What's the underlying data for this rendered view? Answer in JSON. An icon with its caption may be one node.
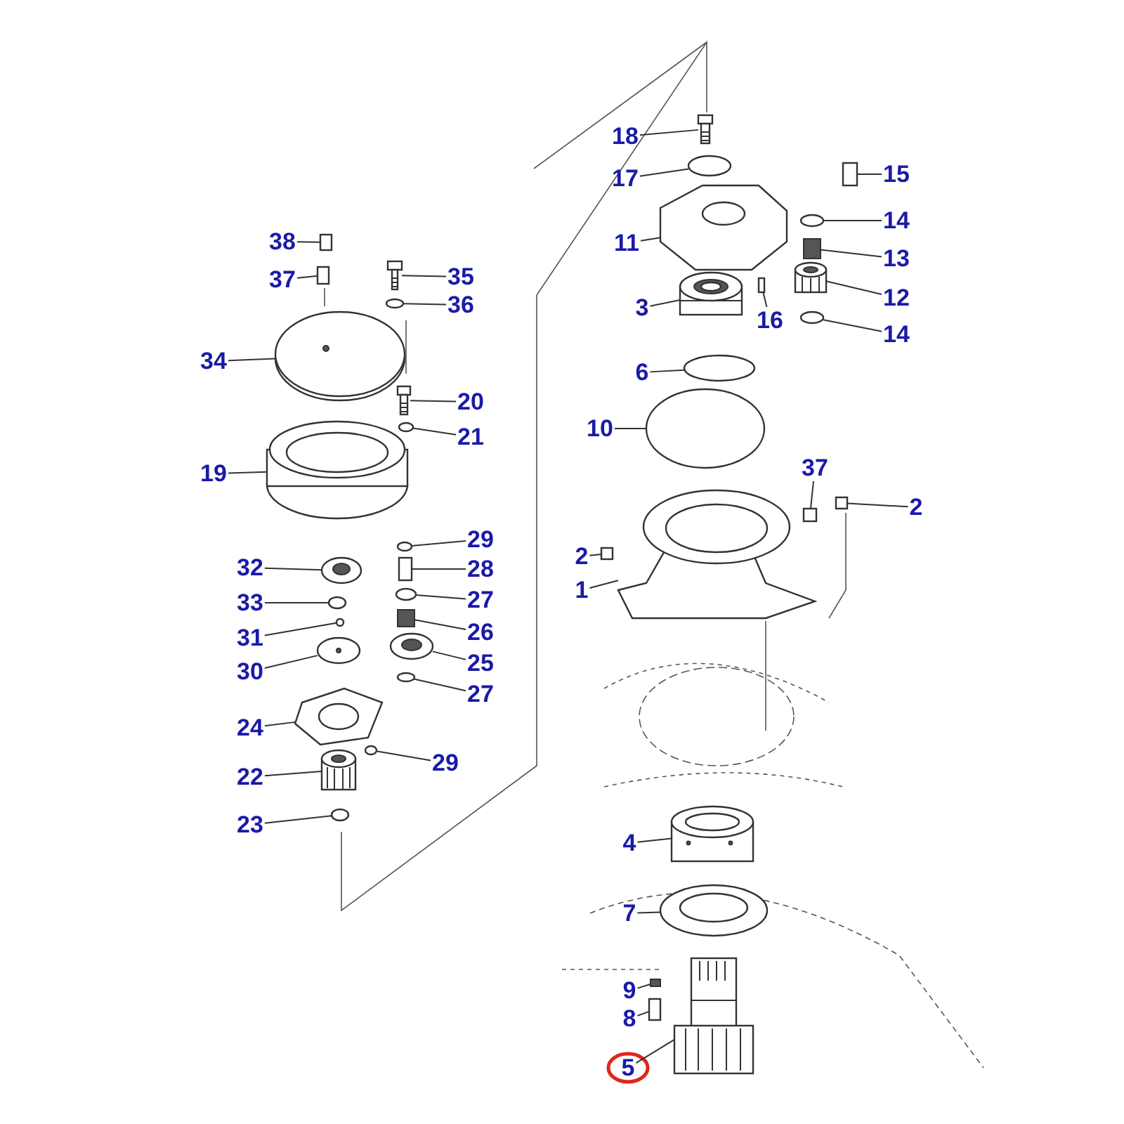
{
  "diagram": {
    "nodes": [
      {
        "text": [
          "38"
        ]
      },
      {
        "text": [
          "37"
        ]
      },
      {
        "text": [
          "35"
        ]
      },
      {
        "text": [
          "36"
        ]
      },
      {
        "text": [
          "34"
        ]
      },
      {
        "text": [
          "20"
        ]
      },
      {
        "text": [
          "21"
        ]
      },
      {
        "text": [
          "19"
        ]
      },
      {
        "text": [
          "29"
        ]
      },
      {
        "text": [
          "32"
        ]
      },
      {
        "text": [
          "28"
        ]
      },
      {
        "text": [
          "33"
        ]
      },
      {
        "text": [
          "27"
        ]
      },
      {
        "text": [
          "31"
        ]
      },
      {
        "text": [
          "26"
        ]
      },
      {
        "text": [
          "30"
        ]
      },
      {
        "text": [
          "25"
        ]
      },
      {
        "text": [
          "27"
        ]
      },
      {
        "text": [
          "24"
        ]
      },
      {
        "text": [
          "29"
        ]
      },
      {
        "text": [
          "22"
        ]
      },
      {
        "text": [
          "23"
        ]
      },
      {
        "text": [
          "18"
        ]
      },
      {
        "text": [
          "17"
        ]
      },
      {
        "text": [
          "15"
        ]
      },
      {
        "text": [
          "14"
        ]
      },
      {
        "text": [
          "11"
        ]
      },
      {
        "text": [
          "13"
        ]
      },
      {
        "text": [
          "12"
        ]
      },
      {
        "text": [
          "3"
        ]
      },
      {
        "text": [
          "16"
        ]
      },
      {
        "text": [
          "14"
        ]
      },
      {
        "text": [
          "6"
        ]
      },
      {
        "text": [
          "10"
        ]
      },
      {
        "text": [
          "37"
        ]
      },
      {
        "text": [
          "2"
        ]
      },
      {
        "text": [
          "2"
        ]
      },
      {
        "text": [
          "1"
        ]
      },
      {
        "text": [
          "4"
        ]
      },
      {
        "text": [
          "7"
        ]
      },
      {
        "text": [
          "9"
        ]
      },
      {
        "text": [
          "8"
        ]
      },
      {
        "text": [
          "5"
        ]
      },
      {
        "text": [],
        "shape": "box"
      },
      {
        "text": [],
        "shape": "box"
      },
      {
        "text": [],
        "shape": "picture"
      },
      {
        "text": [],
        "shape": "circle"
      },
      {
        "text": [],
        "shape": "picture"
      },
      {
        "text": [],
        "shape": "picture"
      },
      {
        "text": [],
        "shape": "circle"
      },
      {
        "text": [],
        "shape": "picture"
      },
      {
        "text": [],
        "shape": "circle"
      },
      {
        "text": [],
        "shape": "picture"
      },
      {
        "text": [],
        "shape": "box"
      },
      {
        "text": [],
        "shape": "circle"
      },
      {
        "text": [],
        "shape": "circle"
      },
      {
        "text": [],
        "shape": "circle"
      },
      {
        "text": [],
        "shape": "box"
      },
      {
        "text": [],
        "shape": "picture"
      },
      {
        "text": [],
        "shape": "picture"
      },
      {
        "text": [],
        "shape": "circle"
      },
      {
        "text": [],
        "shape": "picture"
      },
      {
        "text": [],
        "shape": "circle"
      },
      {
        "text": [],
        "shape": "picture"
      },
      {
        "text": [],
        "shape": "circle"
      },
      {
        "text": [],
        "shape": "picture"
      },
      {
        "text": [],
        "shape": "circle"
      },
      {
        "text": [],
        "shape": "box"
      },
      {
        "text": [],
        "shape": "circle"
      },
      {
        "text": [],
        "shape": "picture"
      },
      {
        "text": [],
        "shape": "box"
      },
      {
        "text": [],
        "shape": "picture"
      },
      {
        "text": [],
        "shape": "picture"
      },
      {
        "text": [],
        "shape": "box"
      },
      {
        "text": [],
        "shape": "circle"
      },
      {
        "text": [],
        "shape": "circle"
      },
      {
        "text": [],
        "shape": "circle"
      },
      {
        "text": [],
        "shape": "box"
      },
      {
        "text": [],
        "shape": "box"
      },
      {
        "text": [],
        "shape": "box"
      },
      {
        "text": [],
        "shape": "picture"
      },
      {
        "text": [],
        "shape": "picture"
      },
      {
        "text": [],
        "shape": "picture"
      },
      {
        "text": [],
        "shape": "box"
      },
      {
        "text": [],
        "shape": "box"
      },
      {
        "text": [],
        "shape": "picture"
      }
    ],
    "edges": [
      {
        "from": 0,
        "to": 43,
        "arrow": "none"
      },
      {
        "from": 1,
        "to": 44,
        "arrow": "none"
      },
      {
        "from": 2,
        "to": 45,
        "arrow": "none"
      },
      {
        "from": 3,
        "to": 46,
        "arrow": "none"
      },
      {
        "from": 4,
        "to": 47,
        "arrow": "none"
      },
      {
        "from": 5,
        "to": 48,
        "arrow": "none"
      },
      {
        "from": 6,
        "to": 49,
        "arrow": "none"
      },
      {
        "from": 7,
        "to": 50,
        "arrow": "none"
      },
      {
        "from": 8,
        "to": 51,
        "arrow": "none"
      },
      {
        "from": 9,
        "to": 52,
        "arrow": "none"
      },
      {
        "from": 10,
        "to": 53,
        "arrow": "none"
      },
      {
        "from": 11,
        "to": 54,
        "arrow": "none"
      },
      {
        "from": 12,
        "to": 55,
        "arrow": "none"
      },
      {
        "from": 13,
        "to": 56,
        "arrow": "none"
      },
      {
        "from": 14,
        "to": 57,
        "arrow": "none"
      },
      {
        "from": 15,
        "to": 58,
        "arrow": "none"
      },
      {
        "from": 16,
        "to": 59,
        "arrow": "none"
      },
      {
        "from": 17,
        "to": 60,
        "arrow": "none"
      },
      {
        "from": 18,
        "to": 61,
        "arrow": "none"
      },
      {
        "from": 19,
        "to": 62,
        "arrow": "none"
      },
      {
        "from": 20,
        "to": 63,
        "arrow": "none"
      },
      {
        "from": 21,
        "to": 64,
        "arrow": "none"
      },
      {
        "from": 22,
        "to": 65,
        "arrow": "none"
      },
      {
        "from": 23,
        "to": 66,
        "arrow": "none"
      },
      {
        "from": 24,
        "to": 67,
        "arrow": "none"
      },
      {
        "from": 25,
        "to": 68,
        "arrow": "none"
      },
      {
        "from": 26,
        "to": 69,
        "arrow": "none"
      },
      {
        "from": 27,
        "to": 70,
        "arrow": "none"
      },
      {
        "from": 28,
        "to": 71,
        "arrow": "none"
      },
      {
        "from": 29,
        "to": 72,
        "arrow": "none"
      },
      {
        "from": 30,
        "to": 73,
        "arrow": "none"
      },
      {
        "from": 31,
        "to": 74,
        "arrow": "none"
      },
      {
        "from": 32,
        "to": 75,
        "arrow": "none"
      },
      {
        "from": 33,
        "to": 76,
        "arrow": "none"
      },
      {
        "from": 34,
        "to": 77,
        "arrow": "none"
      },
      {
        "from": 35,
        "to": 78,
        "arrow": "none"
      },
      {
        "from": 36,
        "to": 79,
        "arrow": "none"
      },
      {
        "from": 37,
        "to": 80,
        "arrow": "none"
      },
      {
        "from": 38,
        "to": 81,
        "arrow": "none"
      },
      {
        "from": 39,
        "to": 82,
        "arrow": "none"
      },
      {
        "from": 40,
        "to": 83,
        "arrow": "none"
      },
      {
        "from": 41,
        "to": 84,
        "arrow": "none"
      },
      {
        "from": 42,
        "to": 85,
        "arrow": "none"
      }
    ]
  }
}
